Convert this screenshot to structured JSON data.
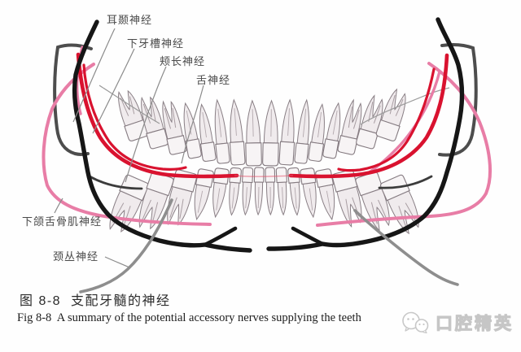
{
  "figure": {
    "labels": {
      "auriculotemporal": "耳颞神经",
      "inferior_alveolar": "下牙槽神经",
      "buccal": "颊长神经",
      "lingual": "舌神经",
      "mylohyoid": "下颌舌骨肌神经",
      "cervical_plexus": "颈丛神经"
    },
    "caption_zh": "图 8-8  支配牙髓的神经",
    "caption_en": "Fig 8-8  A summary of the potential accessory nerves supplying the teeth",
    "watermark": "口腔精英",
    "colors": {
      "nerve_red": "#d9122f",
      "nerve_pink": "#e87da6",
      "outline_black": "#161616",
      "ramus_gray": "#4d4d4d",
      "plexus_gray": "#8e8e8e"
    }
  }
}
